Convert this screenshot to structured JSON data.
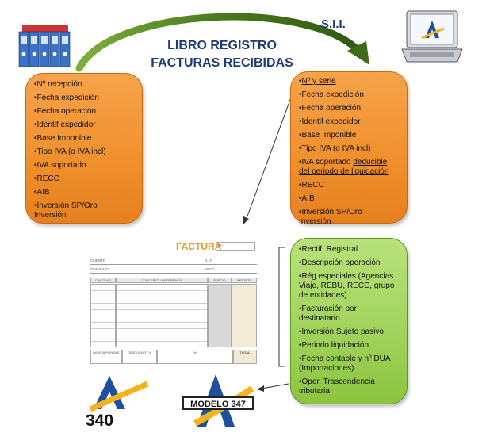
{
  "title": {
    "line1": "LIBRO REGISTRO",
    "line2": "FACTURAS RECIBIDAS"
  },
  "sii_label": "S.I.I.",
  "left_box": {
    "items": [
      "Nº recepción",
      "Fecha expedición",
      "Fecha operación",
      "Identif expedidor",
      "Base Imponible",
      "Tipo IVA (o IVA incl)",
      "IVA soportado",
      "RECC",
      "AIB",
      "Inversión SP/Oro Inversión"
    ]
  },
  "right_box": {
    "item_serie": "Nº y serie",
    "items_a": [
      "Fecha expedición",
      "Fecha operación",
      "Identif expedidor",
      "Base Imponible",
      "Tipo IVA (o IVA incl)"
    ],
    "iva_prefix": "IVA soportado ",
    "iva_underlined": "deducible del periodo de liquidación",
    "items_b": [
      "RECC",
      "AIB",
      "Inversión SP/Oro Inversión"
    ]
  },
  "green_box": {
    "items": [
      "Rectif. Registral",
      "Descripción operación",
      "Rég especiales (Agencias Viaje, REBU, RECC, grupo de entidades)",
      "Facturación por destinatario",
      "Inversión Sujeto pasivo",
      "Periodo liquidación",
      "Fecha contable y nº DUA (Importaciones)",
      "Oper. Trascendencia tributaria"
    ]
  },
  "form": {
    "label": "FACTURA",
    "field": "Nº",
    "cliente": "CLIENTE",
    "nif": "N.I.F.",
    "domicilio": "DOMICILIO",
    "pago": "PAGO",
    "col_cantidad": "CANTIDAD",
    "col_concepto": "CONCEPTO / REFERENCIA",
    "col_precio": "PRECIO",
    "col_importe": "IMPORTE",
    "foot_base": "BASE IMPONIBLE",
    "foot_descuento": "DESCUENTO %",
    "foot_iva": "%",
    "foot_total": "TOTAL"
  },
  "logo_340": "340",
  "modelo_347": "MODELO 347",
  "colors": {
    "orange": "#f08f2c",
    "green": "#9fd25a",
    "title_blue": "#1f3a7a",
    "arc_green": "#4a7a1e",
    "agency_blue": "#1f4fa0",
    "agency_yellow": "#f2b31d"
  }
}
